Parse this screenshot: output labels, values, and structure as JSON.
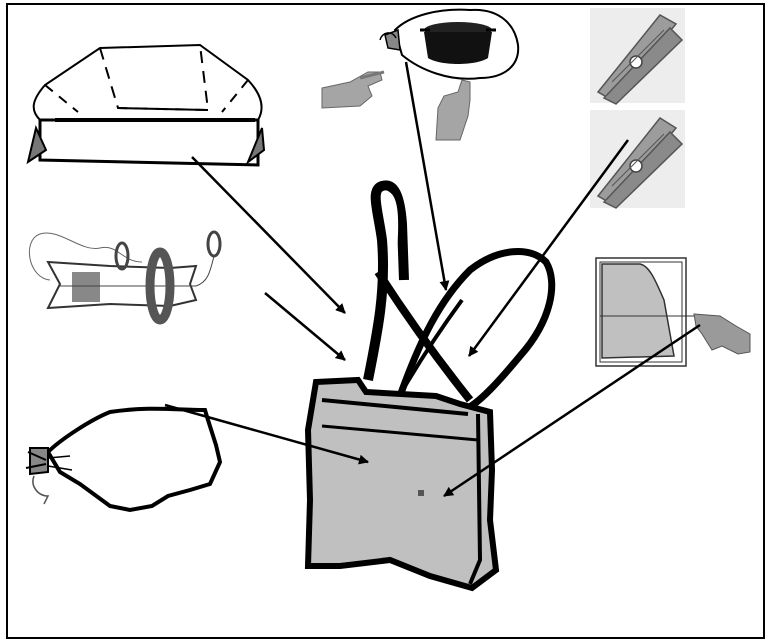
{
  "figure": {
    "background": "#ffffff",
    "frame_color": "#000000",
    "fill_gray": "#c0c0c0",
    "dark_gray": "#8f8f8f",
    "skin_gray": "#9a9a9a"
  },
  "components": [
    {
      "id": "folding-box",
      "icon": "folding-reflector-box-icon"
    },
    {
      "id": "pot-in-bag",
      "icon": "pot-in-plastic-bag-icon"
    },
    {
      "id": "clothespins",
      "icon": "clothespin-pair-icon"
    },
    {
      "id": "reel-with-string",
      "icon": "string-reel-with-rings-icon"
    },
    {
      "id": "plastic-bag",
      "icon": "tied-plastic-bag-icon"
    },
    {
      "id": "cardboard-panel",
      "icon": "cardboard-panel-icon"
    },
    {
      "id": "shopping-bag",
      "icon": "shopping-bag-cooker-icon"
    }
  ]
}
